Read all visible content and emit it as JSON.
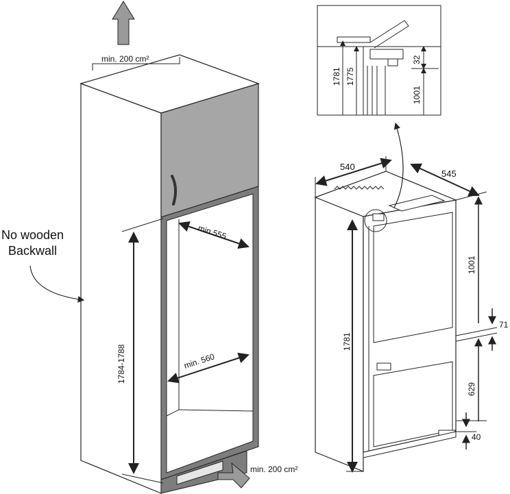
{
  "labels": {
    "air_top": "min. 200 cm²",
    "air_bottom": "min. 200 cm²",
    "backwall_line1": "No wooden",
    "backwall_line2": "Backwall",
    "min555": "min.555",
    "min560": "min. 560",
    "niche_height": "1784-1788",
    "width_540": "540",
    "depth_545": "545",
    "height_1781": "1781",
    "upper_1001": "1001",
    "gap_71": "71",
    "lower_629": "629",
    "foot_40": "40"
  },
  "detail": {
    "h1781": "1781",
    "h1775": "1775",
    "d32": "32",
    "d1001": "1001"
  },
  "colors": {
    "cabinet_door": "#a6a6a6",
    "cabinet_side": "#ffffff",
    "dark_panel": "#7d7d7d",
    "arrow_fill": "#9a9a9a",
    "line": "#222222"
  },
  "icons": {
    "vent_arrow": "arrow-up-icon",
    "air_arrow": "arrow-right-icon"
  }
}
